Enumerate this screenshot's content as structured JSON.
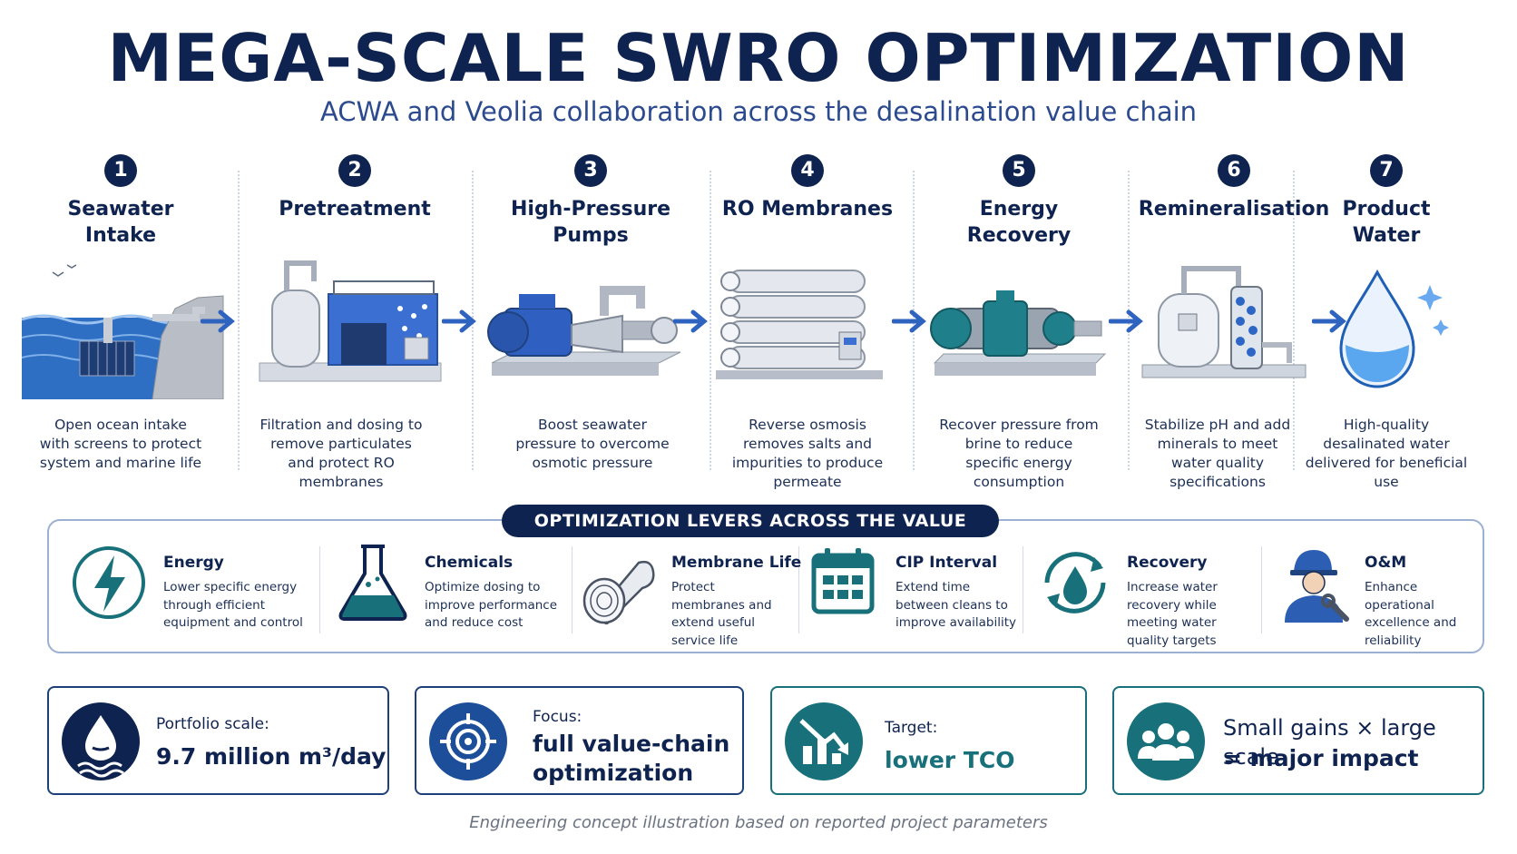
{
  "title": "MEGA-SCALE SWRO OPTIMIZATION",
  "subtitle": "ACWA and Veolia collaboration across the desalination value chain",
  "steps": [
    {
      "num": "1",
      "title": "Seawater Intake",
      "desc": "Open ocean intake with screens to protect system and marine life",
      "icon": "seawater-intake-illustration"
    },
    {
      "num": "2",
      "title": "Pretreatment",
      "desc": "Filtration and dosing to remove particulates and protect RO membranes",
      "icon": "pretreatment-tank-illustration"
    },
    {
      "num": "3",
      "title": "High-Pressure Pumps",
      "desc": "Boost seawater pressure to overcome osmotic pressure",
      "icon": "pump-illustration"
    },
    {
      "num": "4",
      "title": "RO Membranes",
      "desc": "Reverse osmosis removes salts and impurities to produce permeate",
      "icon": "membrane-rack-illustration"
    },
    {
      "num": "5",
      "title": "Energy Recovery",
      "desc": "Recover pressure from brine to reduce specific energy consumption",
      "icon": "energy-recovery-device-illustration"
    },
    {
      "num": "6",
      "title": "Remineralisation",
      "desc": "Stabilize pH and add minerals to meet water quality specifications",
      "icon": "remineralisation-vessel-illustration"
    },
    {
      "num": "7",
      "title": "Product Water",
      "desc": "High-quality desalinated water delivered for beneficial use",
      "icon": "water-drop-illustration"
    }
  ],
  "levers_heading": "OPTIMIZATION LEVERS ACROSS THE VALUE CHAIN",
  "levers": [
    {
      "name": "Energy",
      "desc": "Lower specific energy through efficient equipment and control",
      "icon": "lightning-icon"
    },
    {
      "name": "Chemicals",
      "desc": "Optimize dosing to improve performance and reduce cost",
      "icon": "flask-icon"
    },
    {
      "name": "Membrane Life",
      "desc": "Protect membranes and extend useful service life",
      "icon": "membrane-roll-icon"
    },
    {
      "name": "CIP Interval",
      "desc": "Extend time between cleans to improve availability",
      "icon": "calendar-icon"
    },
    {
      "name": "Recovery",
      "desc": "Increase water recovery while meeting water quality targets",
      "icon": "recycle-drop-icon"
    },
    {
      "name": "O&M",
      "desc": "Enhance operational excellence and reliability",
      "icon": "worker-icon"
    }
  ],
  "kpis": [
    {
      "label": "Portfolio scale:",
      "value": "9.7 million m³/day",
      "icon": "water-drop-icon"
    },
    {
      "label": "Focus:",
      "value_line1": "full value-chain",
      "value_line2": "optimization",
      "icon": "target-icon"
    },
    {
      "label": "Target:",
      "value": "lower TCO",
      "icon": "cost-down-icon"
    },
    {
      "value_line1": "Small gains × large scale",
      "value_line2": "= major impact",
      "icon": "team-icon"
    }
  ],
  "footer": "Engineering concept illustration based on reported project parameters",
  "colors": {
    "navy": "#0f2350",
    "blue": "#2c5fb3",
    "teal": "#17707a",
    "arrow": "#2f63c0"
  }
}
